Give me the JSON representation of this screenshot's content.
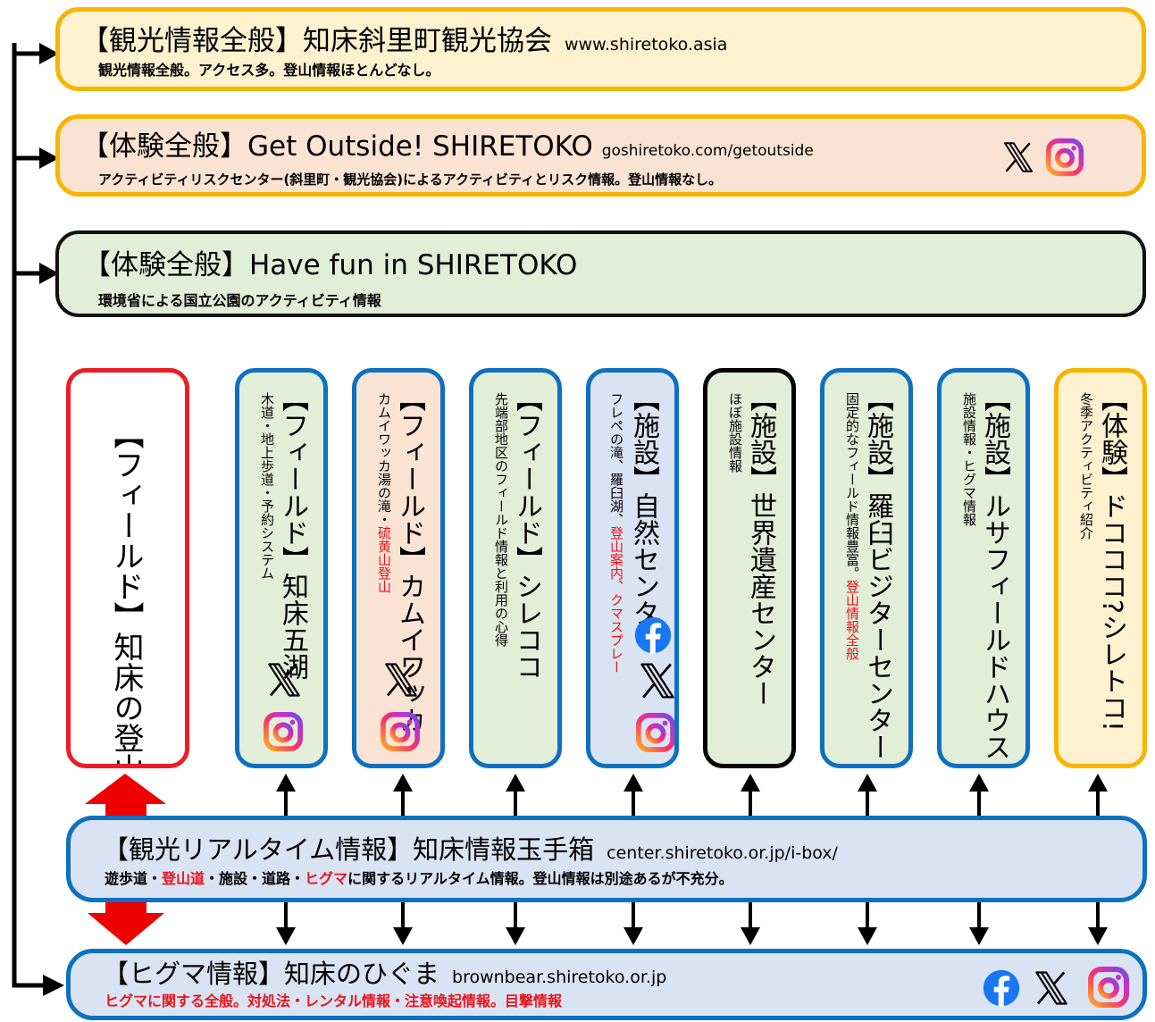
{
  "colors": {
    "yellow_border": "#f7b500",
    "yellow_fill": "#fdf1cf",
    "peach_fill": "#fbe3d4",
    "green_fill": "#e2eed8",
    "blue_border": "#0e70c0",
    "blue_fill": "#dae3f3",
    "red": "#e8141b",
    "black": "#000000"
  },
  "tourism": {
    "title": "【観光情報全般】知床斜里町観光協会",
    "url": "www.shiretoko.asia",
    "desc": "観光情報全般。アクセス多。登山情報ほとんどなし。"
  },
  "getoutside": {
    "title": "【体験全般】Get Outside! SHIRETOKO",
    "url": "goshiretoko.com/getoutside",
    "desc": "アクティビティリスクセンター(斜里町・観光協会)によるアクティビティとリスク情報。登山情報なし。",
    "icons": [
      "x-icon",
      "instagram-icon"
    ]
  },
  "havefun": {
    "title": "【体験全般】Have fun in SHIRETOKO",
    "desc": "環境省による国立公園のアクティビティ情報"
  },
  "columns": [
    {
      "title": "【フィールド】知床の登山"
    },
    {
      "title": "【フィールド】知床五湖",
      "desc": "木道・地上歩道・予約システム",
      "icons": [
        "x-icon",
        "instagram-icon"
      ]
    },
    {
      "title": "【フィールド】カムイワッカ",
      "desc": "カムイワッカ湯の滝・",
      "desc_red": "硫黄山登山",
      "icons": [
        "x-icon",
        "instagram-icon"
      ]
    },
    {
      "title": "【フィールド】シレココ",
      "desc": "先端部地区のフィールド情報と利用の心得"
    },
    {
      "title": "【施設】自然センター",
      "desc": "フレペの滝、羅臼湖、",
      "desc_red": "登山案内、クマスプレー",
      "icons": [
        "facebook-icon",
        "x-icon",
        "instagram-icon"
      ]
    },
    {
      "title": "【施設】世界遺産センター",
      "desc": "ほぼ施設情報"
    },
    {
      "title": "【施設】羅臼ビジターセンター",
      "desc": "固定的なフィールド情報豊富。",
      "desc_red": "登山情報全般"
    },
    {
      "title": "【施設】ルサフィールドハウス",
      "desc": "施設情報・ヒグマ情報"
    },
    {
      "title": "【体験】ドコココ?シレトコ!",
      "desc": "冬季アクティビティ紹介"
    }
  ],
  "realtime": {
    "title": "【観光リアルタイム情報】知床情報玉手箱",
    "url": "center.shiretoko.or.jp/i-box/",
    "desc_parts": [
      "遊歩道・",
      "登山道",
      "・施設・道路・",
      "ヒグマ",
      "に関するリアルタイム情報。登山情報は別途あるが不充分。"
    ]
  },
  "bear": {
    "title": "【ヒグマ情報】知床のひぐま",
    "url": "brownbear.shiretoko.or.jp",
    "desc": "ヒグマに関する全般。対処法・レンタル情報・注意喚起情報。目撃情報",
    "icons": [
      "facebook-icon",
      "x-icon",
      "instagram-icon"
    ]
  }
}
